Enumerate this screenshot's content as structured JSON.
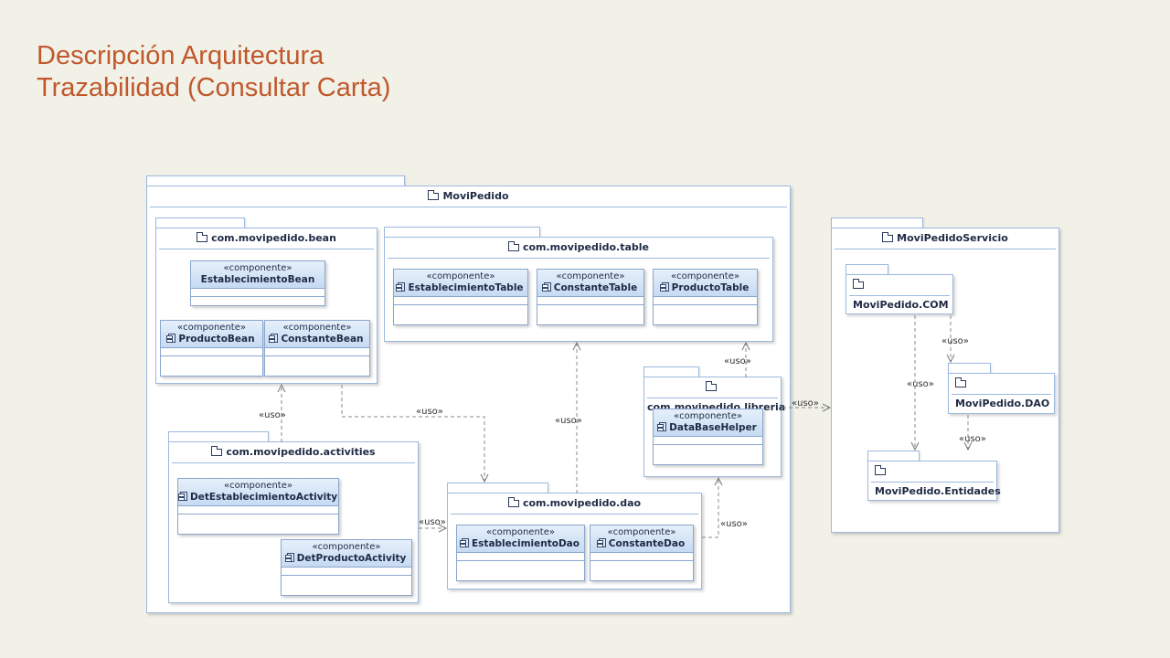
{
  "title": {
    "line1": "Descripción Arquitectura",
    "line2": "Trazabilidad (Consultar Carta)"
  },
  "diagram": {
    "stereotype": "«componente»",
    "dependency_label": "«uso»",
    "packages": {
      "movipedido": "MoviPedido",
      "bean": "com.movipedido.bean",
      "table": "com.movipedido.table",
      "libreria": "com.movipedido.libreria",
      "activities": "com.movipedido.activities",
      "dao": "com.movipedido.dao",
      "servicio": "MoviPedidoServicio",
      "com": "MoviPedido.COM",
      "sdao": "MoviPedido.DAO",
      "entidades": "MoviPedido.Entidades"
    },
    "components": {
      "establecimiento_bean": "EstablecimientoBean",
      "producto_bean": "ProductoBean",
      "constante_bean": "ConstanteBean",
      "establecimiento_table": "EstablecimientoTable",
      "constante_table": "ConstanteTable",
      "producto_table": "ProductoTable",
      "database_helper": "DataBaseHelper",
      "det_establecimiento_activity": "DetEstablecimientoActivity",
      "det_producto_activity": "DetProductoActivity",
      "establecimiento_dao": "EstablecimientoDao",
      "constante_dao": "ConstanteDao"
    }
  }
}
